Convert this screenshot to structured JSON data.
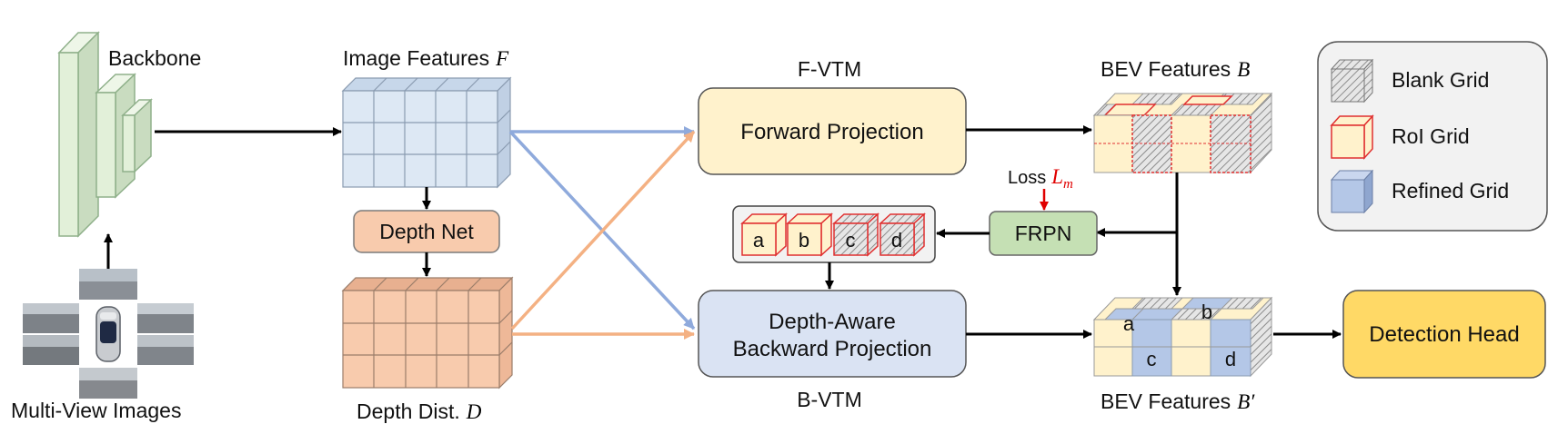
{
  "labels": {
    "backbone": "Backbone",
    "multi_view_images": "Multi-View Images",
    "image_features": "Image Features",
    "image_features_sym": "F",
    "depth_net": "Depth Net",
    "depth_dist": "Depth Dist.",
    "depth_dist_sym": "D",
    "f_vtm": "F-VTM",
    "b_vtm": "B-VTM",
    "forward_projection": "Forward Projection",
    "backward_projection_line1": "Depth-Aware",
    "backward_projection_line2": "Backward Projection",
    "bev_features": "BEV Features",
    "bev_sym": "B",
    "bev_prime_sym": "B′",
    "frpn": "FRPN",
    "loss": "Loss",
    "loss_sym": "L",
    "loss_sub": "m",
    "detection_head": "Detection Head"
  },
  "cells": [
    "a",
    "b",
    "c",
    "d"
  ],
  "legend": {
    "items": [
      {
        "label": "Blank Grid",
        "kind": "blank"
      },
      {
        "label": "RoI Grid",
        "kind": "roi"
      },
      {
        "label": "Refined Grid",
        "kind": "refined"
      }
    ]
  },
  "colors": {
    "image_feat_fill": "#dde8f4",
    "depth_fill": "#f8cbad",
    "depth_net_fill": "#f8cbad",
    "forward_fill": "#fff2cc",
    "backward_fill": "#dae3f3",
    "frpn_fill": "#c5e0b4",
    "detection_fill": "#ffd966",
    "roi_red": "#e03030",
    "blue_arrow": "#8faadc",
    "orange_arrow": "#f4b183",
    "legend_bg": "#f2f2f2",
    "backbone_fill": "#e2f0d9",
    "backbone_edge": "#8fb08a"
  }
}
